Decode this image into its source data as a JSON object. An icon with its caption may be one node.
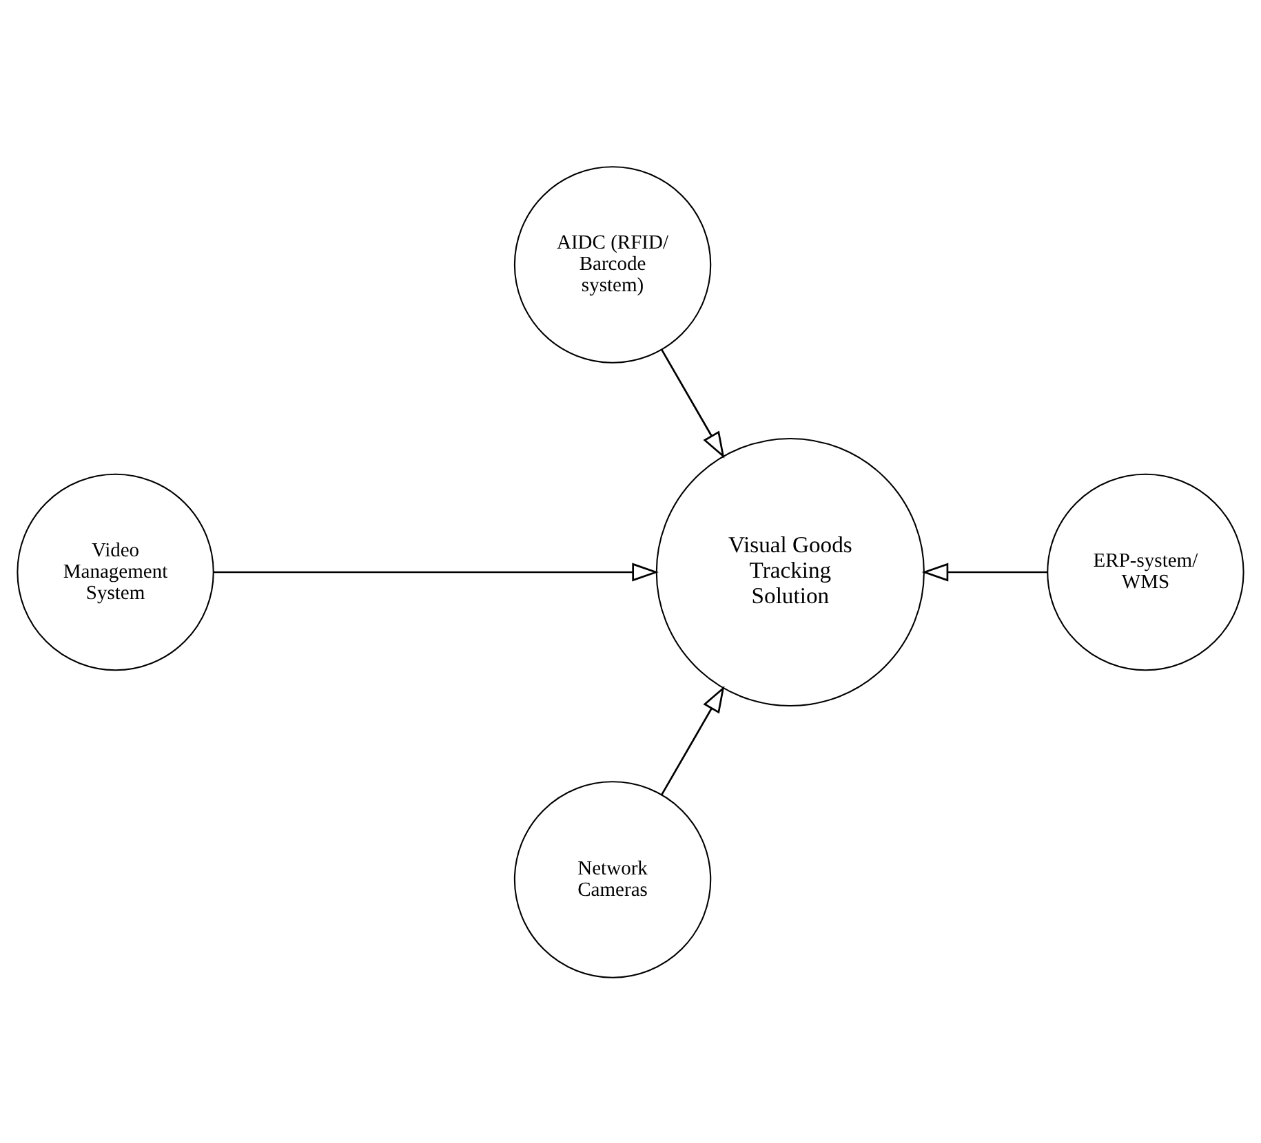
{
  "diagram": {
    "nodes": [
      {
        "text": [
          "Video Management System"
        ]
      },
      {
        "text": [
          "Network Cameras"
        ]
      },
      {
        "text": [
          "Visual Goods Tracking Solution"
        ]
      },
      {
        "text": [
          "ERP-system/ WMS"
        ]
      },
      {
        "text": [
          "AIDC (RFID/ Barcode system)"
        ]
      }
    ],
    "edges": [
      {
        "from": 0,
        "to": 2,
        "arrow": "to"
      },
      {
        "from": 1,
        "to": 2,
        "arrow": "to"
      },
      {
        "from": 3,
        "to": 2,
        "arrow": "to"
      },
      {
        "from": 4,
        "to": 2,
        "arrow": "to"
      }
    ]
  }
}
